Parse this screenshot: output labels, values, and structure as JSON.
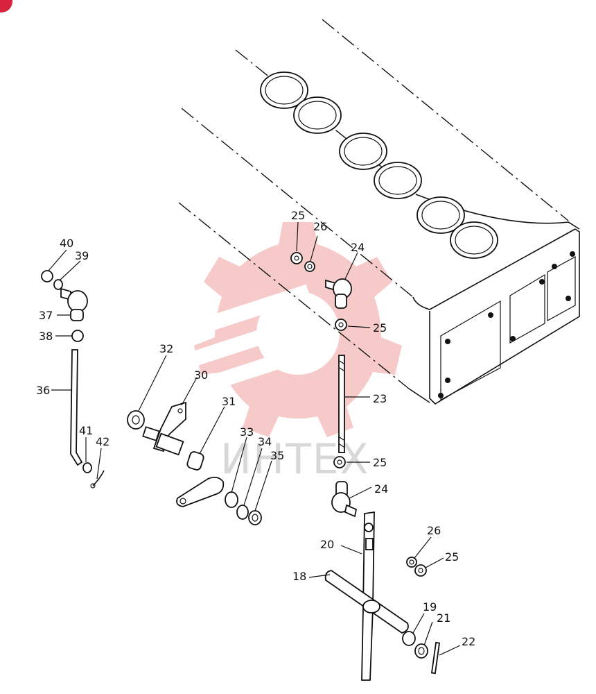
{
  "diagram": {
    "watermark_text": "ИНТЕХ",
    "watermark_color": "#f2a0a0",
    "labels": [
      {
        "id": "18",
        "text": "18"
      },
      {
        "id": "19",
        "text": "19"
      },
      {
        "id": "20",
        "text": "20"
      },
      {
        "id": "21",
        "text": "21"
      },
      {
        "id": "22",
        "text": "22"
      },
      {
        "id": "23",
        "text": "23"
      },
      {
        "id": "24a",
        "text": "24"
      },
      {
        "id": "24b",
        "text": "24"
      },
      {
        "id": "25a",
        "text": "25"
      },
      {
        "id": "25b",
        "text": "25"
      },
      {
        "id": "25c",
        "text": "25"
      },
      {
        "id": "25d",
        "text": "25"
      },
      {
        "id": "26a",
        "text": "26"
      },
      {
        "id": "26b",
        "text": "26"
      },
      {
        "id": "30",
        "text": "30"
      },
      {
        "id": "31",
        "text": "31"
      },
      {
        "id": "32",
        "text": "32"
      },
      {
        "id": "33",
        "text": "33"
      },
      {
        "id": "34",
        "text": "34"
      },
      {
        "id": "35",
        "text": "35"
      },
      {
        "id": "36",
        "text": "36"
      },
      {
        "id": "37",
        "text": "37"
      },
      {
        "id": "38",
        "text": "38"
      },
      {
        "id": "39",
        "text": "39"
      },
      {
        "id": "40",
        "text": "40"
      },
      {
        "id": "41",
        "text": "41"
      },
      {
        "id": "42",
        "text": "42"
      }
    ]
  }
}
